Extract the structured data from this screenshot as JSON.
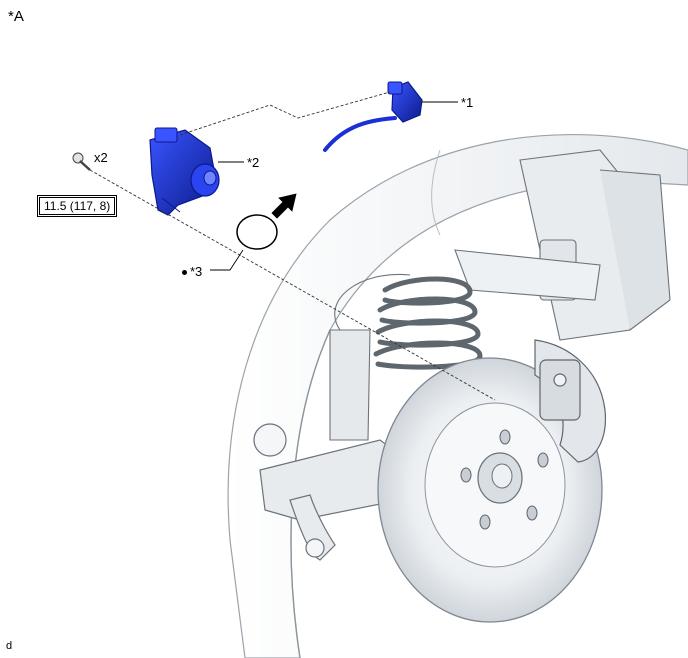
{
  "view_label": "*A",
  "callouts": {
    "c1": "*1",
    "c2": "*2",
    "c3": "*3"
  },
  "bolt_quantity": "x2",
  "torque_spec": "11.5 (117, 8)",
  "illustration_code": "d",
  "colors": {
    "part_blue": "#1a2fd6",
    "part_blue_dark": "#0b1a8a",
    "line_gray": "#555555",
    "fender_fill": "#f1f3f5"
  }
}
